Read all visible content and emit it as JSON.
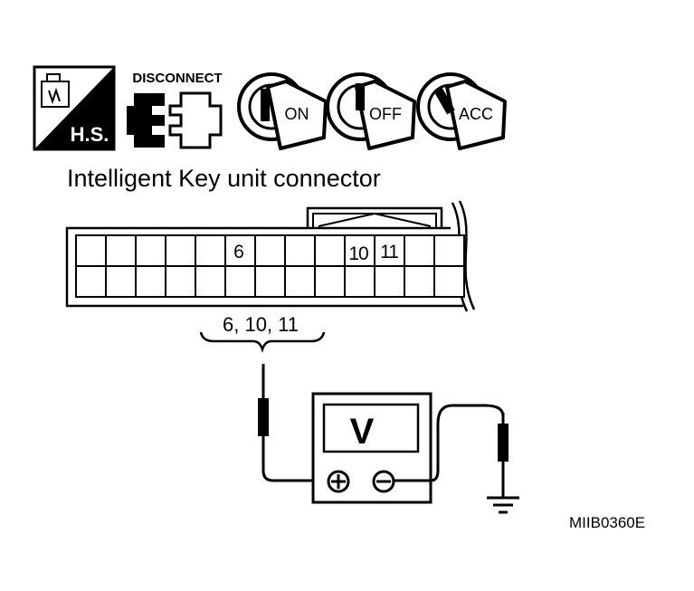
{
  "icons": {
    "hs_label": "H.S.",
    "disconnect_label": "DISCONNECT",
    "key_on_label": "ON",
    "key_off_label": "OFF",
    "key_acc_label": "ACC"
  },
  "connector": {
    "title": "Intelligent Key unit connector",
    "pin_labels": [
      "6",
      "10",
      "11"
    ]
  },
  "probe": {
    "pins_label": "6, 10, 11"
  },
  "meter": {
    "mode_label": "V",
    "terminals": [
      "plus-terminal",
      "minus-terminal"
    ]
  },
  "ground": {
    "icon": "ground-icon"
  },
  "figure_code": "MIIB0360E"
}
